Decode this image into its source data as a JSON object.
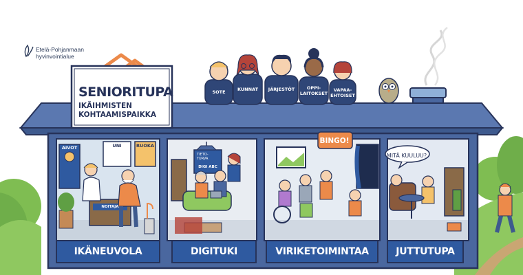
{
  "org": {
    "name_line1": "Etelä-Pohjanmaan",
    "name_line2": "hyvinvointialue"
  },
  "sign": {
    "title": "SENIORITUPA",
    "subtitle_line1": "IKÄIHMISTEN",
    "subtitle_line2": "KOHTAAMISPAIKKA"
  },
  "rooftop_people": [
    {
      "shirt": "SOTE"
    },
    {
      "shirt": "KUNNAT"
    },
    {
      "shirt": "JÄRJESTÖT"
    },
    {
      "shirt_line1": "OPPI-",
      "shirt_line2": "LAITOKSET"
    },
    {
      "shirt_line1": "VAPAA-",
      "shirt_line2": "EHTOISET"
    }
  ],
  "rooms": [
    {
      "label": "IKÄNEUVOLA",
      "signs": [
        "AIVOT",
        "UNI",
        "RUOKA",
        "NOITAJA"
      ]
    },
    {
      "label": "DIGITUKI",
      "board_line1": "TIETO-",
      "board_line2": "TURVA",
      "sign": "DIGI ABC"
    },
    {
      "label": "VIRIKETOIMINTAA",
      "sign": "BINGO!"
    },
    {
      "label": "JUTTUTUPA",
      "speech": "MITÄ KUULUU?"
    }
  ],
  "colors": {
    "house_blue": "#4a679f",
    "roof_blue": "#5b78b0",
    "label_blue": "#2f5aa0",
    "navy": "#27335a",
    "orange": "#ec8a4a",
    "grass": "#8fc860",
    "tree": "#6fae4a"
  }
}
